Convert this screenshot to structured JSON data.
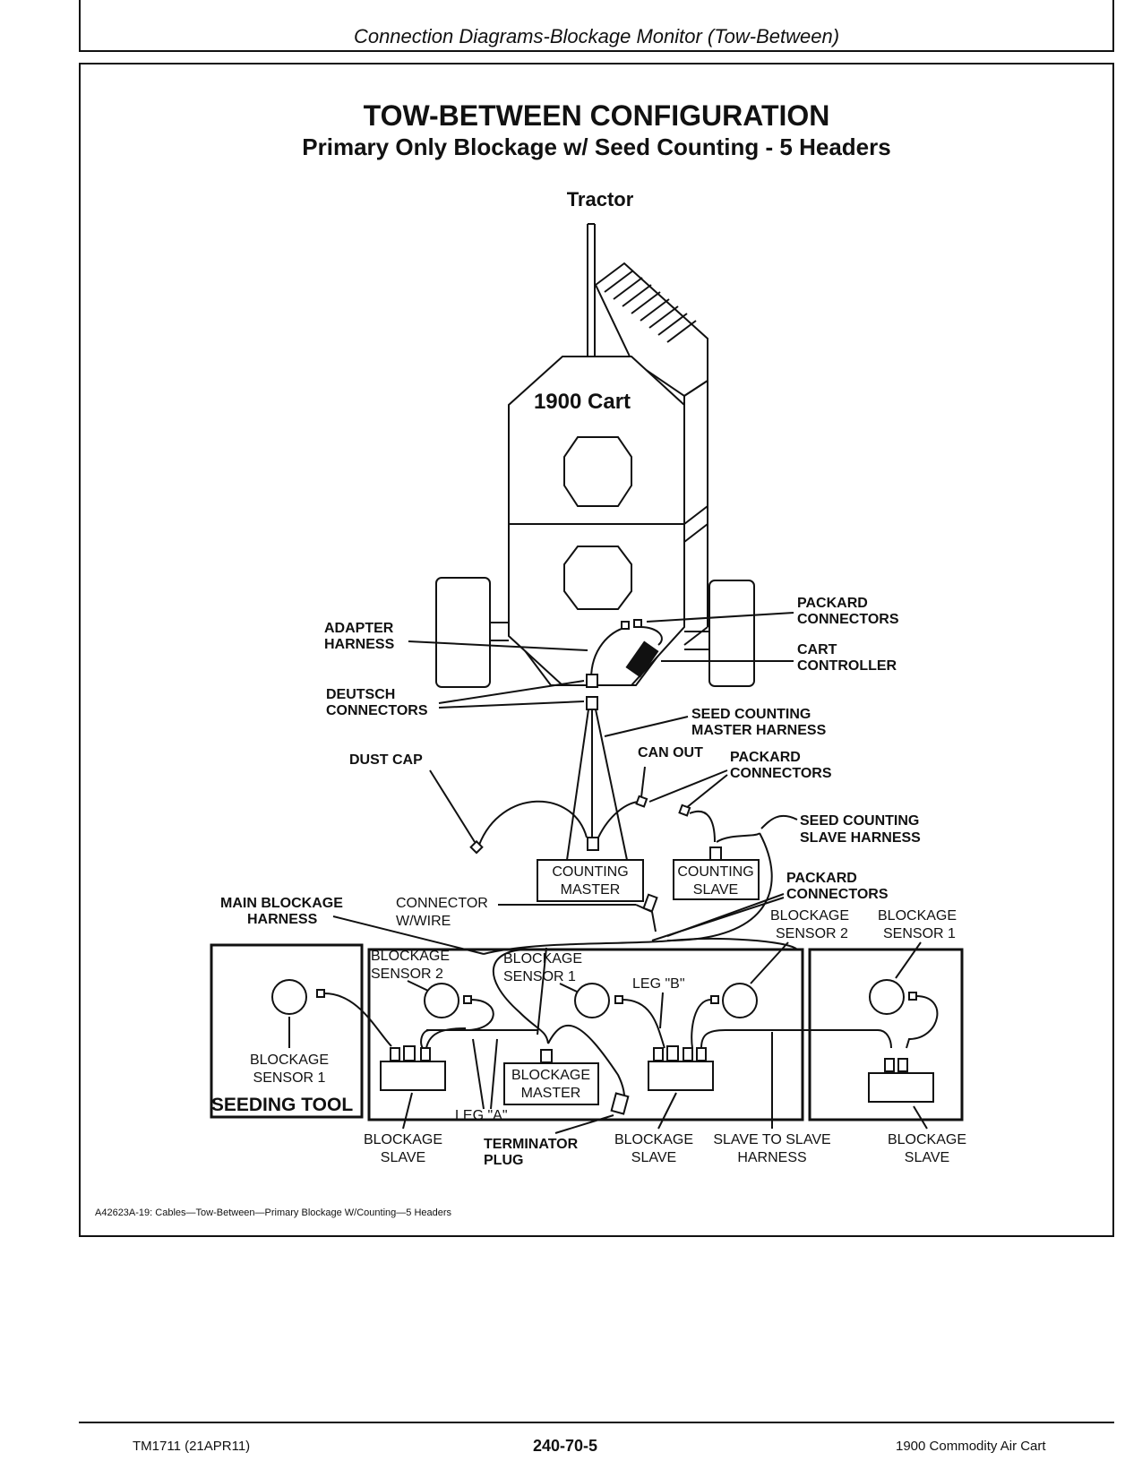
{
  "header": {
    "title": "Connection Diagrams-Blockage Monitor (Tow-Between)"
  },
  "figure": {
    "title": "TOW-BETWEEN CONFIGURATION",
    "subtitle": "Primary Only Blockage w/ Seed Counting - 5 Headers",
    "tractor_label": "Tractor",
    "cart_label": "1900  Cart",
    "labels": {
      "packard_connectors_1a": "PACKARD",
      "packard_connectors_1b": "CONNECTORS",
      "adapter_harness_a": "ADAPTER",
      "adapter_harness_b": "HARNESS",
      "cart_controller_a": "CART",
      "cart_controller_b": "CONTROLLER",
      "deutsch_connectors_a": "DEUTSCH",
      "deutsch_connectors_b": "CONNECTORS",
      "seed_counting_master_a": "SEED COUNTING",
      "seed_counting_master_b": "MASTER HARNESS",
      "dust_cap": "DUST CAP",
      "can_out": "CAN OUT",
      "packard_connectors_2a": "PACKARD",
      "packard_connectors_2b": "CONNECTORS",
      "seed_counting_slave_a": "SEED COUNTING",
      "seed_counting_slave_b": "SLAVE HARNESS",
      "counting_master_a": "COUNTING",
      "counting_master_b": "MASTER",
      "counting_slave_a": "COUNTING",
      "counting_slave_b": "SLAVE",
      "packard_connectors_3a": "PACKARD",
      "packard_connectors_3b": "CONNECTORS",
      "main_blockage_a": "MAIN BLOCKAGE",
      "main_blockage_b": "HARNESS",
      "connector_wire_a": "CONNECTOR",
      "connector_wire_b": "W/WIRE",
      "sensor2_right_a": "BLOCKAGE",
      "sensor2_right_b": "SENSOR 2",
      "sensor1_far_a": "BLOCKAGE",
      "sensor1_far_b": "SENSOR 1",
      "sensor2_left_a": "BLOCKAGE",
      "sensor2_left_b": "SENSOR 2",
      "sensor1_mid_a": "BLOCKAGE",
      "sensor1_mid_b": "SENSOR 1",
      "leg_b": "LEG \"B\"",
      "sensor1_tool_a": "BLOCKAGE",
      "sensor1_tool_b": "SENSOR 1",
      "seeding_tool": "SEEDING TOOL",
      "blockage_master_a": "BLOCKAGE",
      "blockage_master_b": "MASTER",
      "leg_a": "LEG \"A\"",
      "blockage_slave1_a": "BLOCKAGE",
      "blockage_slave1_b": "SLAVE",
      "terminator_plug_a": "TERMINATOR",
      "terminator_plug_b": "PLUG",
      "blockage_slave2_a": "BLOCKAGE",
      "blockage_slave2_b": "SLAVE",
      "slave_to_slave_a": "SLAVE TO SLAVE",
      "slave_to_slave_b": "HARNESS",
      "blockage_slave3_a": "BLOCKAGE",
      "blockage_slave3_b": "SLAVE"
    },
    "caption": "A42623A-19: Cables—Tow-Between—Primary Blockage W/Counting—5 Headers"
  },
  "footer": {
    "left": "TM1711 (21APR11)",
    "center": "240-70-5",
    "right": "1900 Commodity Air Cart"
  }
}
